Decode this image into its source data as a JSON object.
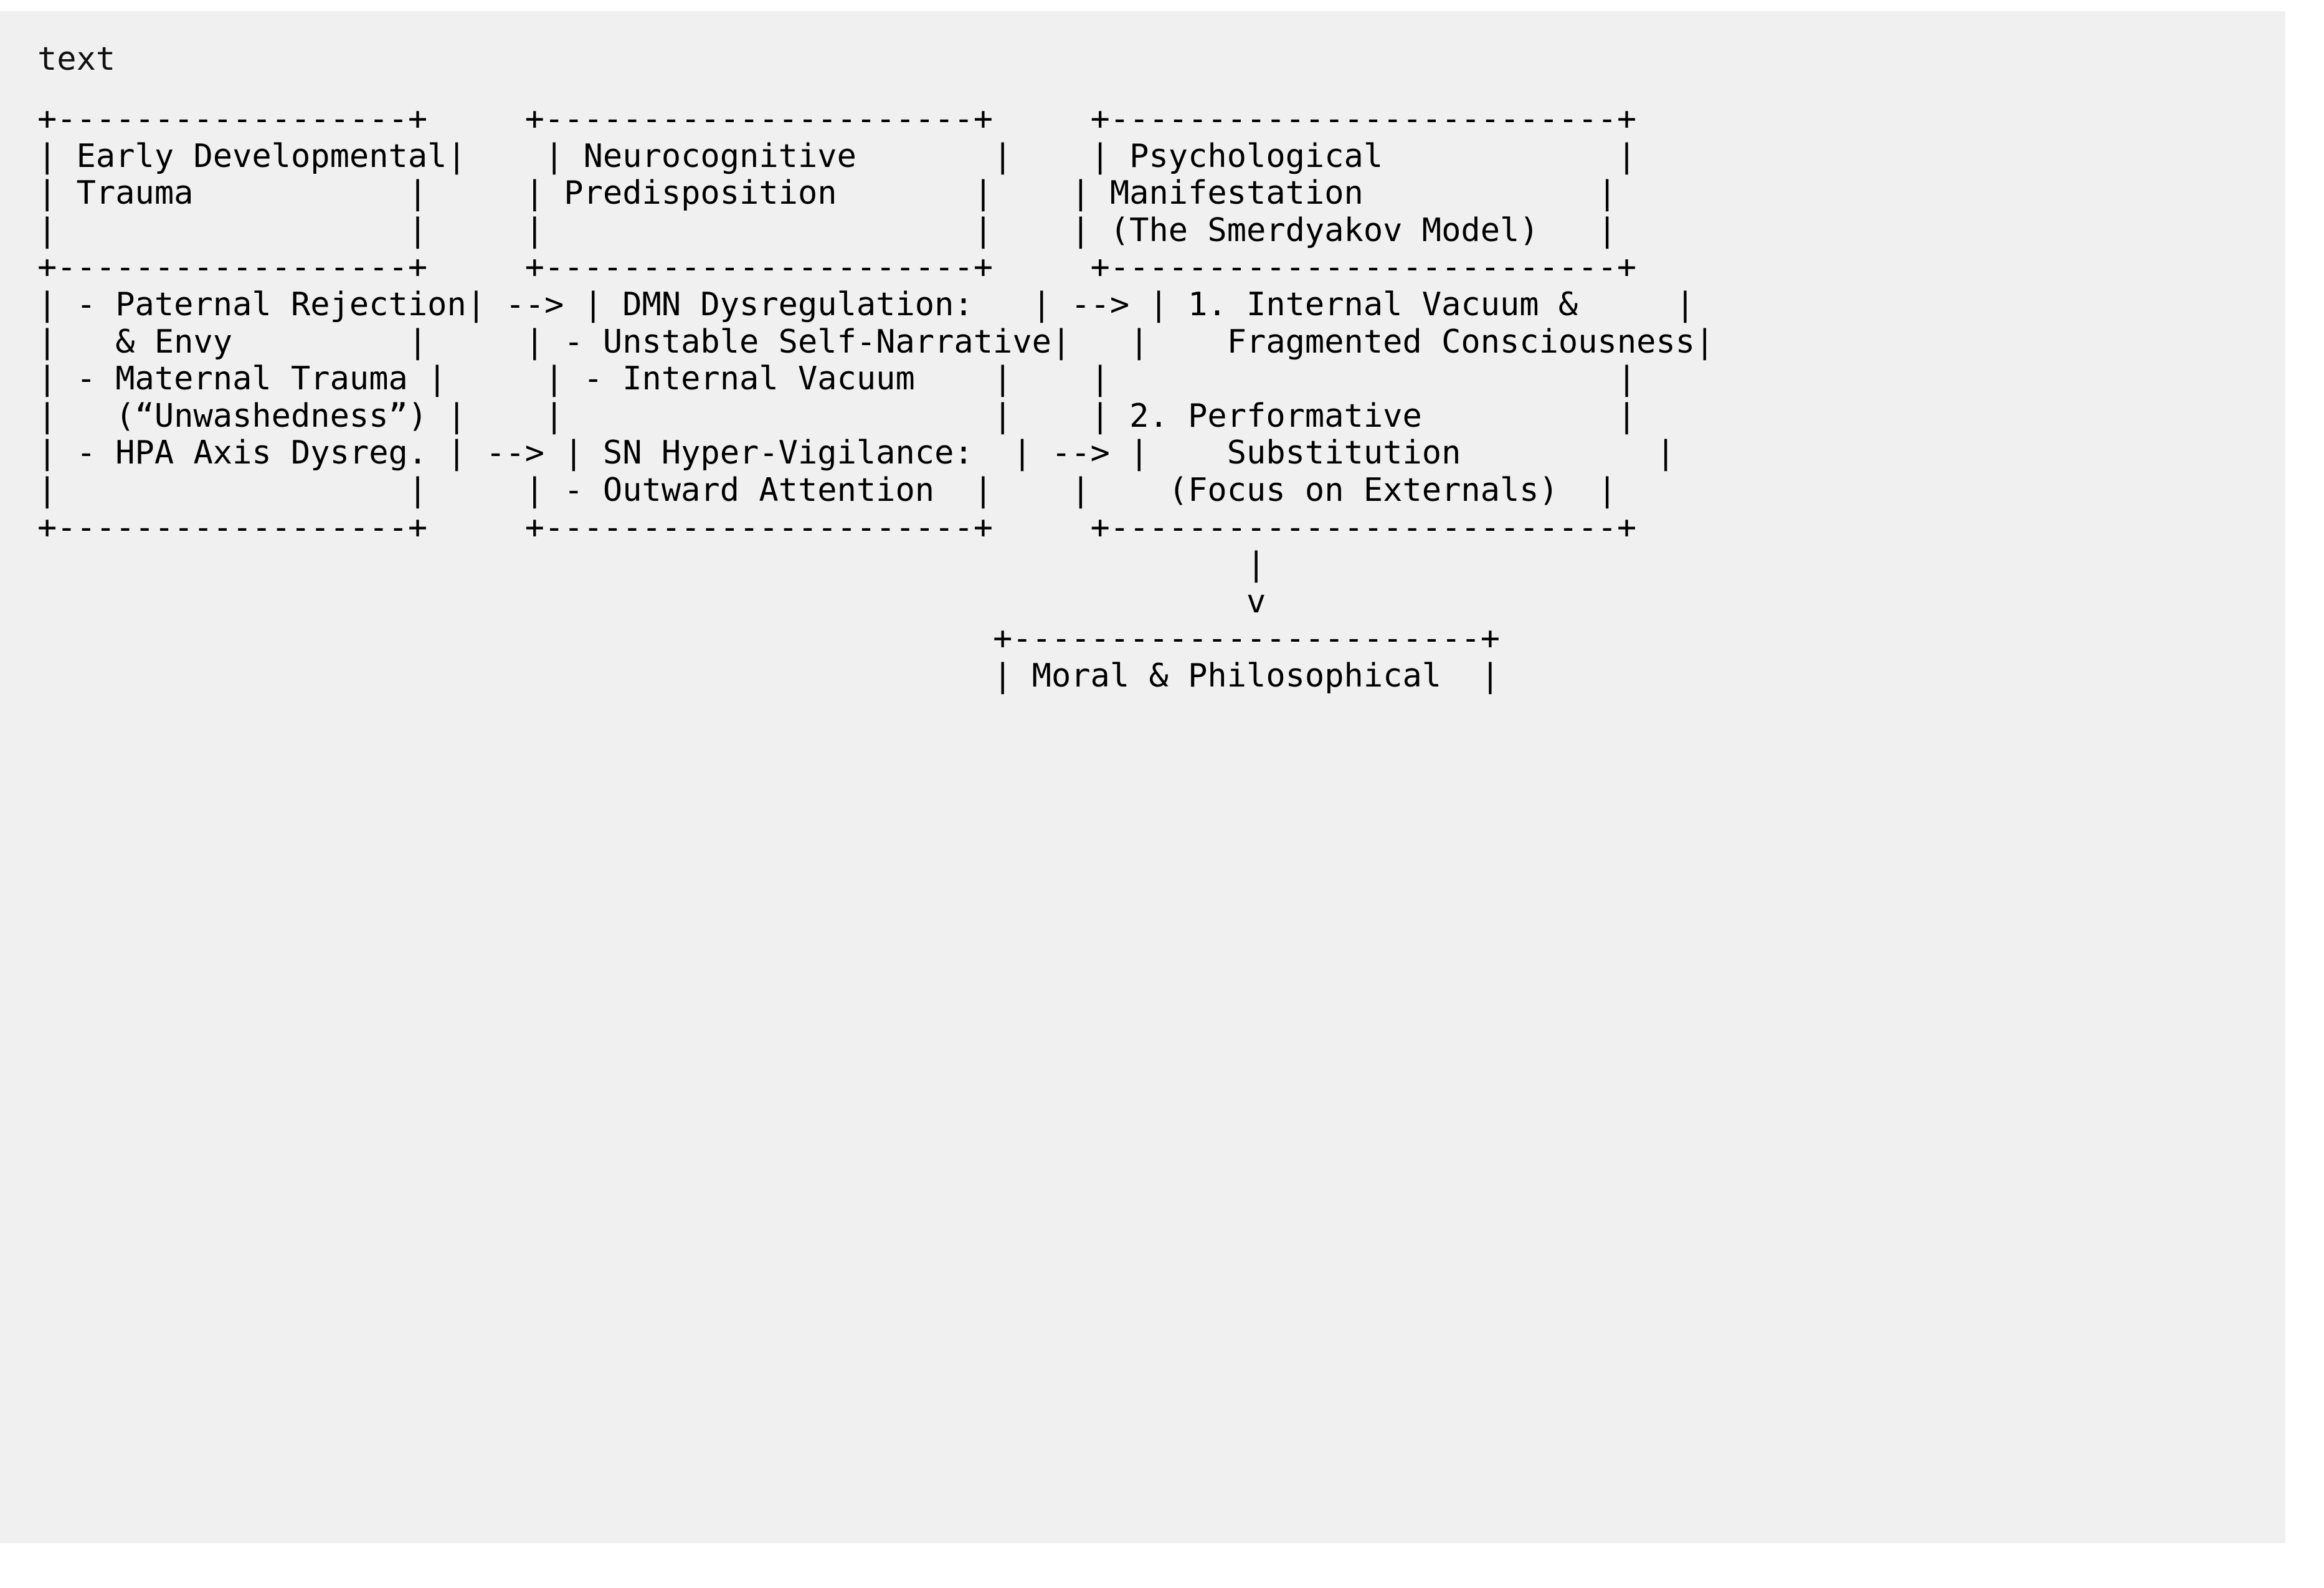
{
  "code_block": {
    "language_label": "text",
    "background_color": "#f0f0f0",
    "text_color": "#000000",
    "page_background": "#ffffff",
    "diagram_title": "The Smerdyakov Model",
    "boxes": [
      {
        "name": "Early Developmental Trauma",
        "header_lines": [
          "Early Developmental",
          "Trauma",
          ""
        ],
        "body_lines": [
          "- Paternal Rejection",
          "  & Envy",
          "- Maternal Trauma",
          "  (“Unwashedness”)",
          "- HPA Axis Dysreg.",
          ""
        ],
        "inner_width": 18
      },
      {
        "name": "Neurocognitive Predisposition",
        "header_lines": [
          "Neurocognitive",
          "Predisposition",
          ""
        ],
        "body_lines": [
          "DMN Dysregulation:",
          "- Unstable Self-Narrative",
          "- Internal Vacuum",
          "",
          "SN Hyper-Vigilance:",
          "- Outward Attention"
        ],
        "inner_width": 22
      },
      {
        "name": "Psychological Manifestation",
        "header_lines": [
          "Psychological",
          "Manifestation",
          "(The Smerdyakov Model)"
        ],
        "body_lines": [
          "1. Internal Vacuum &",
          "   Fragmented Consciousness",
          "",
          "2. Performative",
          "   Substitution",
          "   (Focus on Externals)"
        ],
        "inner_width": 26
      },
      {
        "name": "Moral & Philosophical",
        "header_lines": [],
        "body_lines": [
          "Moral & Philosophical"
        ],
        "inner_width": 24
      }
    ],
    "connectors": [
      "-->",
      "-->",
      "|",
      "v"
    ],
    "lines": [
      "+------------------+     +----------------------+     +--------------------------+",
      "| Early Developmental|    | Neurocognitive       |    | Psychological            |",
      "| Trauma           |     | Predisposition       |    | Manifestation            |",
      "|                  |     |                      |    | (The Smerdyakov Model)   |",
      "+------------------+     +----------------------+     +--------------------------+",
      "| - Paternal Rejection| --> | DMN Dysregulation:   | --> | 1. Internal Vacuum &     |",
      "|   & Envy         |     | - Unstable Self-Narrative|   |    Fragmented Consciousness|",
      "| - Maternal Trauma |     | - Internal Vacuum    |    |                          |",
      "|   (“Unwashedness”) |    |                      |    | 2. Performative          |",
      "| - HPA Axis Dysreg. | --> | SN Hyper-Vigilance:  | --> |    Substitution          |",
      "|                  |     | - Outward Attention  |    |    (Focus on Externals)  |",
      "+------------------+     +----------------------+     +--------------------------+",
      "                                                              |",
      "                                                              v",
      "                                                 +------------------------+",
      "                                                 | Moral & Philosophical  |"
    ]
  }
}
